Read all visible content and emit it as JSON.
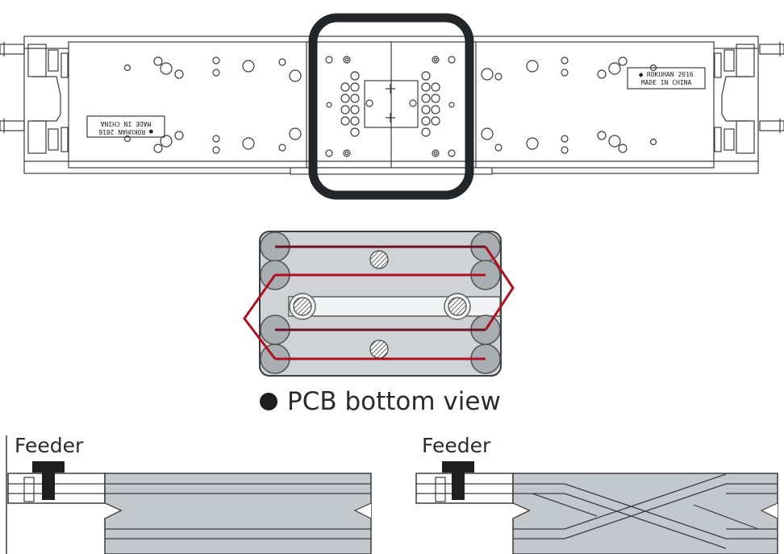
{
  "top_board": {
    "stamp_right": [
      "● ROKUHAN 2016",
      "MADE IN CHINA"
    ],
    "stamp_left": [
      "● ROKUHAN 2016",
      "MADE IN CHINA"
    ]
  },
  "pcb": {
    "caption": "PCB bottom view"
  },
  "feeders": [
    {
      "label": "Feeder"
    },
    {
      "label": "Feeder"
    }
  ],
  "colors": {
    "outline": "#3c3c3c",
    "highlight_frame": "#222629",
    "pcb_fill": "#d0d3d6",
    "pad_fill": "#a9aeb3",
    "wire_dark": "#6a1424",
    "wire_red": "#b11020",
    "track_fill": "#c3c8cc"
  },
  "icons": {
    "caption_bullet": "filled-circle-icon"
  }
}
